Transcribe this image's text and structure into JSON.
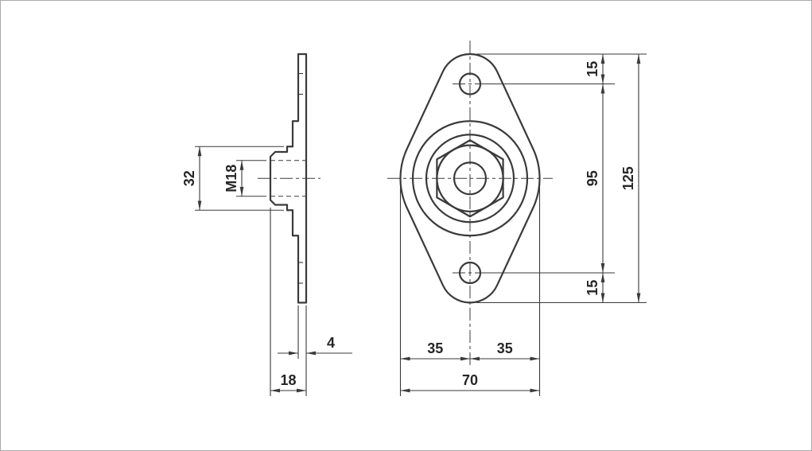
{
  "drawing": {
    "views": {
      "side": {
        "dimensions": {
          "flange_diameter": "32",
          "thread": "M18",
          "plate_thickness": "4",
          "overall_depth": "18"
        }
      },
      "front": {
        "dimensions": {
          "top_hole_to_edge": "15",
          "hole_spacing": "95",
          "overall_height": "125",
          "bottom_hole_to_edge": "15",
          "left_half_width": "35",
          "right_half_width": "35",
          "overall_width": "70"
        }
      }
    },
    "colors": {
      "line": "#3a3a3a",
      "text": "#262626",
      "background": "#ffffff",
      "border": "#a9a9a9"
    }
  }
}
